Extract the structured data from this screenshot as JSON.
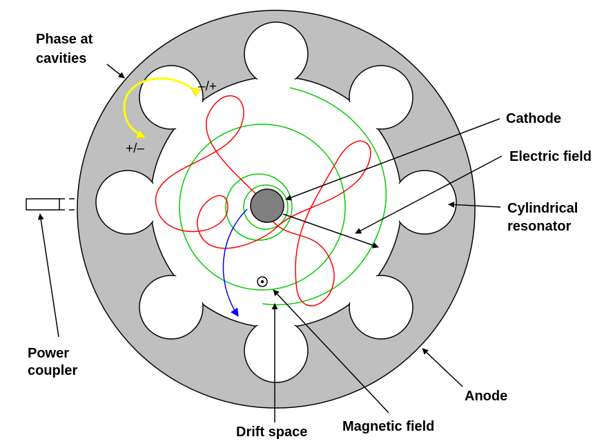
{
  "labels": {
    "phase_line1": "Phase at",
    "phase_line2": "cavities",
    "minus_plus": "–/+",
    "plus_minus": "+/–",
    "cathode": "Cathode",
    "electric_field": "Electric field",
    "resonator_line1": "Cylindrical",
    "resonator_line2": "resonator",
    "anode": "Anode",
    "drift_space": "Drift space",
    "magnetic_field": "Magnetic field",
    "power_line1": "Power",
    "power_line2": "coupler"
  },
  "colors": {
    "anode": "#bfbfbf",
    "phase_arrow": "#ffff00",
    "electron_path": "#ff0000",
    "field_lines": "#00cc00",
    "drift_arrow": "#0000ff"
  },
  "cavity_count": 8
}
